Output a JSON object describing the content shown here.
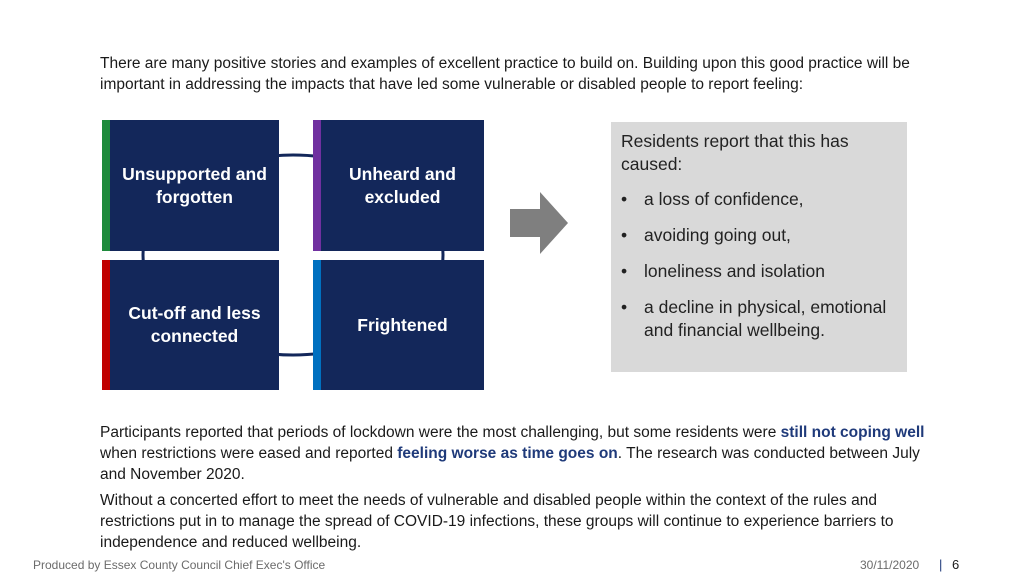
{
  "intro": {
    "text": "There are many positive stories and examples of excellent practice to build on.  Building upon this good practice will be important in addressing the impacts that have led some vulnerable or disabled people to report feeling:"
  },
  "feelings": [
    {
      "label": "Unsupported and forgotten",
      "accent": "#1e8a3c"
    },
    {
      "label": "Unheard and excluded",
      "accent": "#7030a0"
    },
    {
      "label": "Cut-off and less connected",
      "accent": "#c00000"
    },
    {
      "label": "Frightened",
      "accent": "#0070c0"
    }
  ],
  "impacts": {
    "heading": "Residents report that this has caused:",
    "items": [
      "a loss of confidence,",
      "avoiding going out,",
      "loneliness and isolation",
      "a decline in physical, emotional and financial wellbeing."
    ]
  },
  "findings": {
    "p1_pre": "Participants reported that periods of lockdown were the most challenging, but some residents were ",
    "p1_hl1": "still not coping well",
    "p1_mid": " when restrictions were eased and reported ",
    "p1_hl2": "feeling worse as time goes on",
    "p1_post": ". The research was conducted between July and November 2020.",
    "p2": "Without a concerted effort to meet the needs of vulnerable and disabled people within the context of the rules and restrictions put in to manage the spread of COVID-19 infections, these groups will continue to experience barriers to independence and reduced wellbeing."
  },
  "footer": {
    "producer": "Produced by Essex County Council Chief Exec's Office",
    "date": "30/11/2020",
    "separator": "|",
    "page": "6"
  },
  "colors": {
    "box_fill": "#13275a",
    "highlight": "#1f3a7a",
    "panel_fill": "#d9d9d9",
    "arrow": "#7f7f7f"
  }
}
